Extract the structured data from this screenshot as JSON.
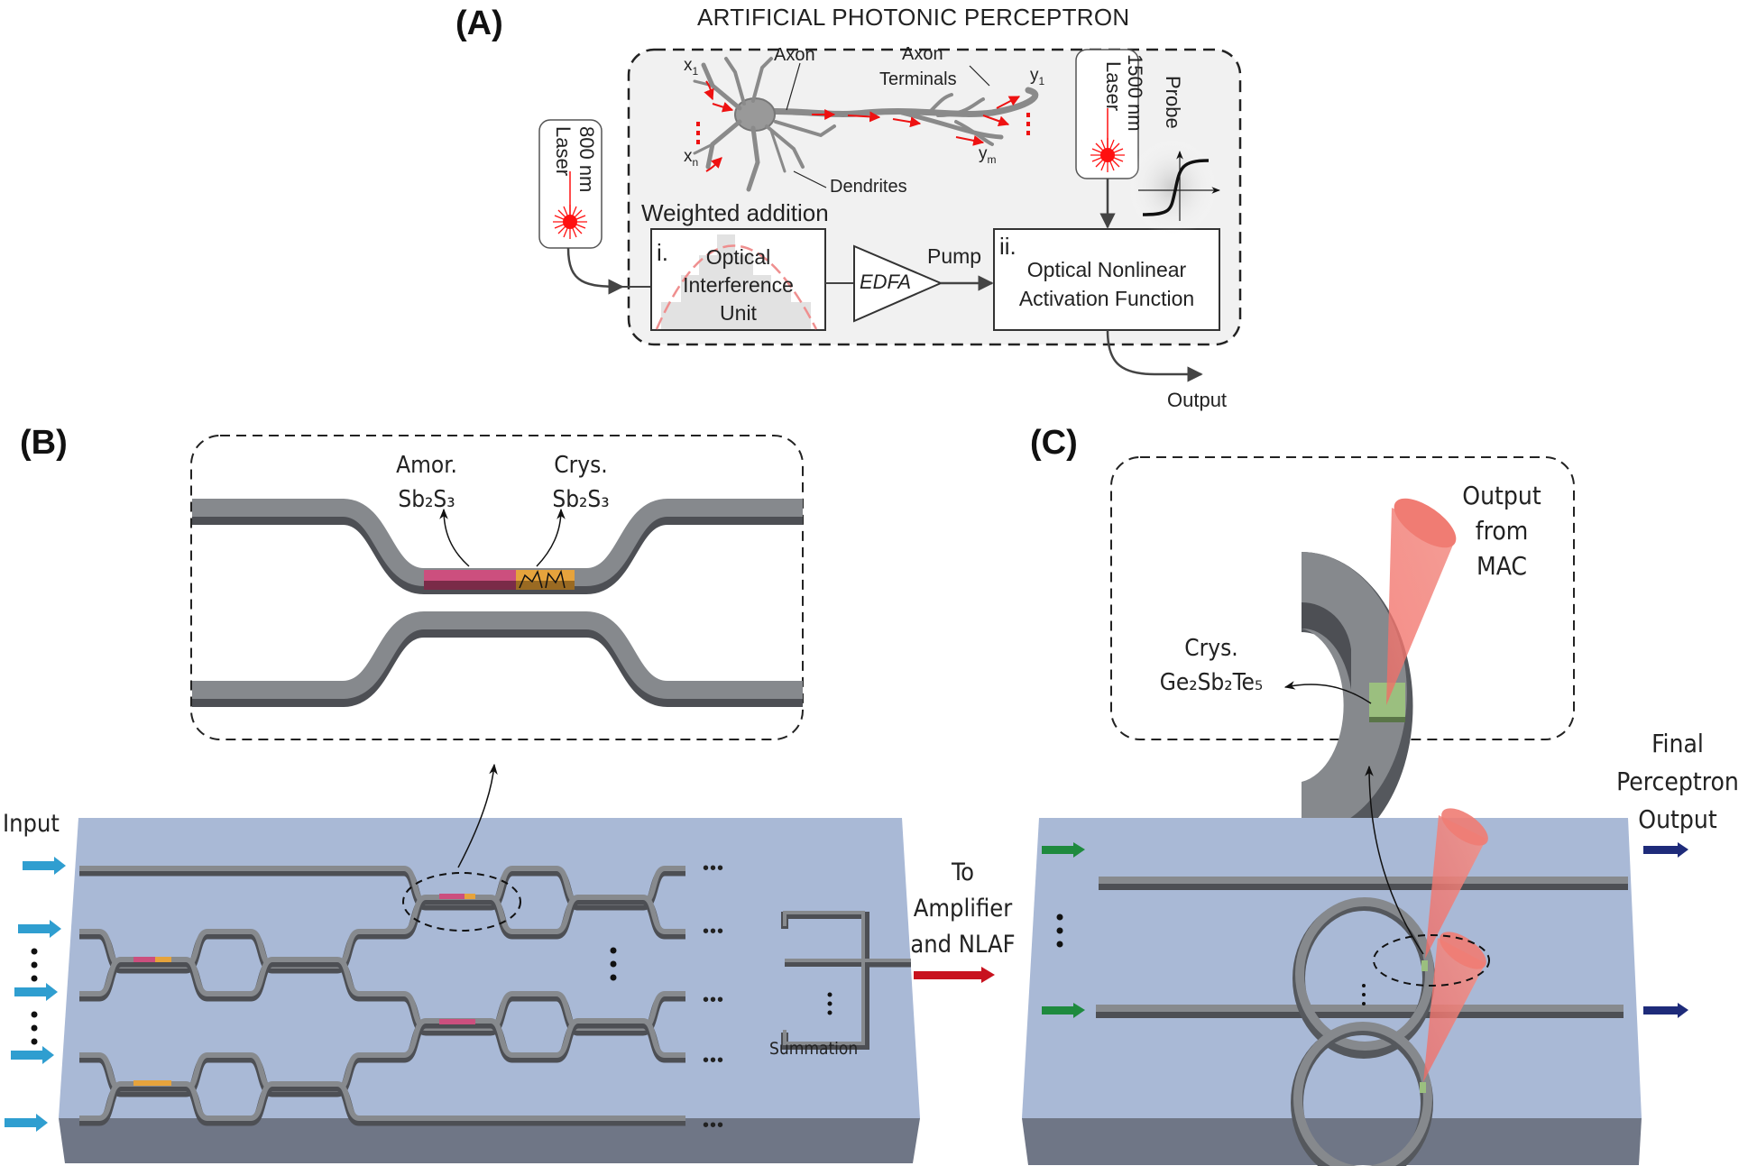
{
  "figure": {
    "panels": {
      "A": {
        "label": "(A)",
        "title": "ARTIFICIAL PHOTONIC PERCEPTRON",
        "pump_laser": {
          "wavelength": "800 nm",
          "name": "Laser"
        },
        "probe_laser": {
          "title": "Probe",
          "wavelength": "1500 nm",
          "name": "Laser"
        },
        "neuron": {
          "labels": {
            "axon": "Axon",
            "axon_terminals_1": "Axon",
            "axon_terminals_2": "Terminals",
            "dendrites": "Dendrites"
          },
          "inputs": {
            "first": "x",
            "first_sub": "1",
            "last": "x",
            "last_sub": "n"
          },
          "outputs": {
            "first": "y",
            "first_sub": "1",
            "last": "y",
            "last_sub": "m"
          }
        },
        "weighted_addition": "Weighted addition",
        "block_i": {
          "index": "i.",
          "line1": "Optical",
          "line2": "Interference",
          "line3": "Unit"
        },
        "edfa": "EDFA",
        "pump": "Pump",
        "block_ii": {
          "index": "ii.",
          "line1": "Optical Nonlinear",
          "line2": "Activation Function"
        },
        "output": "Output"
      },
      "B": {
        "label": "(B)",
        "inset": {
          "amor_1": "Amor.",
          "amor_2": "Sb₂S₃",
          "crys_1": "Crys.",
          "crys_2": "Sb₂S₃"
        },
        "input": "Input",
        "ellipsis": "•••",
        "summation": "Summation",
        "to_label": {
          "line1": "To",
          "line2": "Amplifier",
          "line3": "and NLAF"
        }
      },
      "C": {
        "label": "(C)",
        "inset": {
          "crys_1": "Crys.",
          "crys_2": "Ge₂Sb₂Te₅",
          "output_1": "Output",
          "output_2": "from",
          "output_3": "MAC"
        },
        "final": {
          "line1": "Final",
          "line2": "Perceptron",
          "line3": "Output"
        }
      }
    },
    "colors": {
      "chip_top": "#a9b9d6",
      "chip_side": "#6f7686",
      "waveguide_top": "#878a8e",
      "waveguide_side": "#4b4d52",
      "amorphous_pcm": "#cc4f7e",
      "crystalline_pcm": "#e6a33c",
      "gst": "#9bbf7f",
      "input_arrow": "#2f9ed0",
      "output_arrow_c": "#1e2b7a",
      "green_arrow": "#1e8a3e",
      "red_arrow": "#c8121e",
      "cone": "#f0706a",
      "laser_red": "#ff1010",
      "panel_a_bg": "#f1f1f1"
    }
  }
}
